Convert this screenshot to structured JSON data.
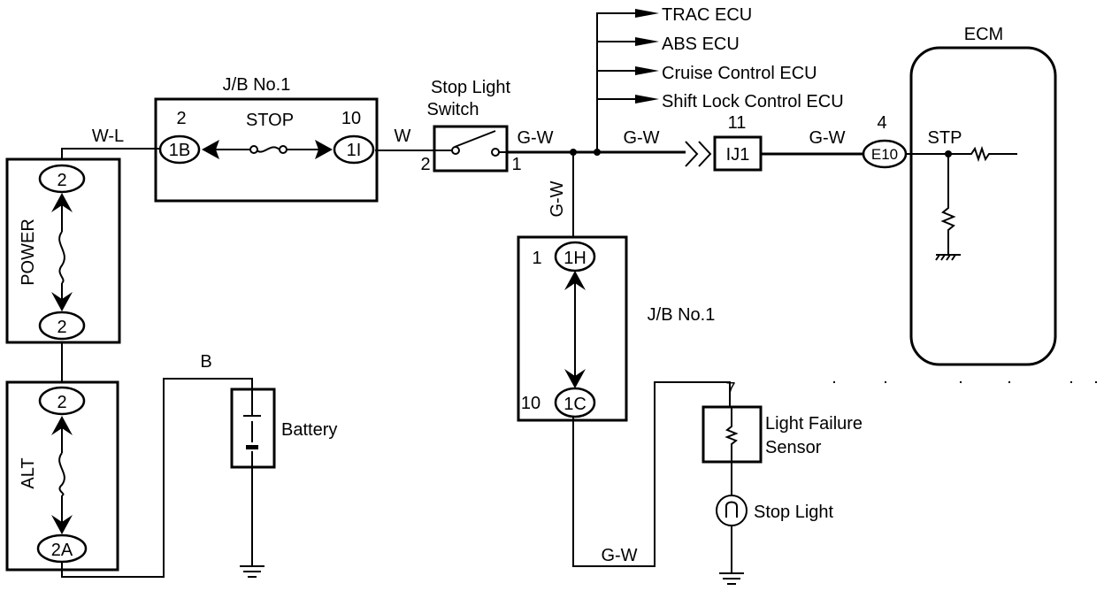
{
  "power_fuse": {
    "label": "POWER",
    "top_pin": "2",
    "bottom_pin": "2"
  },
  "alt_fuse": {
    "label": "ALT",
    "top_pin": "2",
    "bottom_pin": "2A"
  },
  "wires": {
    "wl": "W-L",
    "w": "W",
    "gw1": "G-W",
    "gw2": "G-W",
    "gw3": "G-W",
    "gw_vertical": "G-W",
    "gw_bottom": "G-W",
    "b": "B"
  },
  "jb_top": {
    "title": "J/B No.1",
    "fuse": "STOP",
    "pin_left_num": "2",
    "pin_left": "1B",
    "pin_right_num": "10",
    "pin_right": "1I"
  },
  "switch": {
    "title_line1": "Stop Light",
    "title_line2": "Switch",
    "pin_left": "2",
    "pin_right": "1"
  },
  "branches": [
    "TRAC ECU",
    "ABS ECU",
    "Cruise Control ECU",
    "Shift Lock Control ECU"
  ],
  "junction": {
    "pin": "11",
    "label": "IJ1"
  },
  "ecm": {
    "title": "ECM",
    "pin_num": "4",
    "connector": "E10",
    "terminal": "STP"
  },
  "jb_bottom": {
    "title": "J/B No.1",
    "top_num": "1",
    "top_pin": "1H",
    "bottom_num": "10",
    "bottom_pin": "1C"
  },
  "battery": {
    "label": "Battery"
  },
  "sensor": {
    "pin": "7",
    "line1": "Light Failure",
    "line2": "Sensor"
  },
  "stop_light": {
    "label": "Stop Light"
  }
}
